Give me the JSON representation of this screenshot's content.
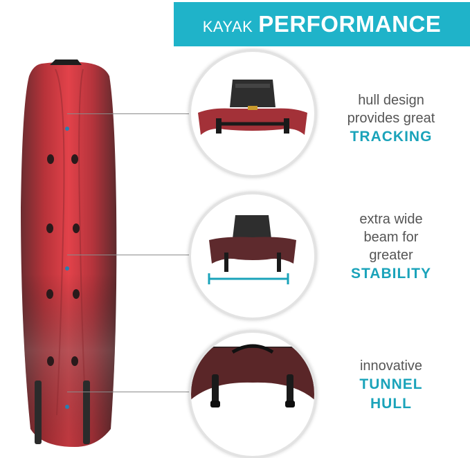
{
  "banner": {
    "small": "KAYAK",
    "big": "PERFORMANCE"
  },
  "features": [
    {
      "lines": [
        "hull design",
        "provides great"
      ],
      "emphasis": [
        "TRACKING"
      ]
    },
    {
      "lines": [
        "extra wide",
        "beam for",
        "greater"
      ],
      "emphasis": [
        "STABILITY"
      ]
    },
    {
      "lines": [
        "innovative"
      ],
      "emphasis": [
        "TUNNEL",
        "HULL"
      ]
    }
  ],
  "colors": {
    "banner": "#1fb3c9",
    "accent": "#1aa3ba",
    "hull_red": "#c8323a",
    "hull_dark": "#5a2a2c"
  }
}
